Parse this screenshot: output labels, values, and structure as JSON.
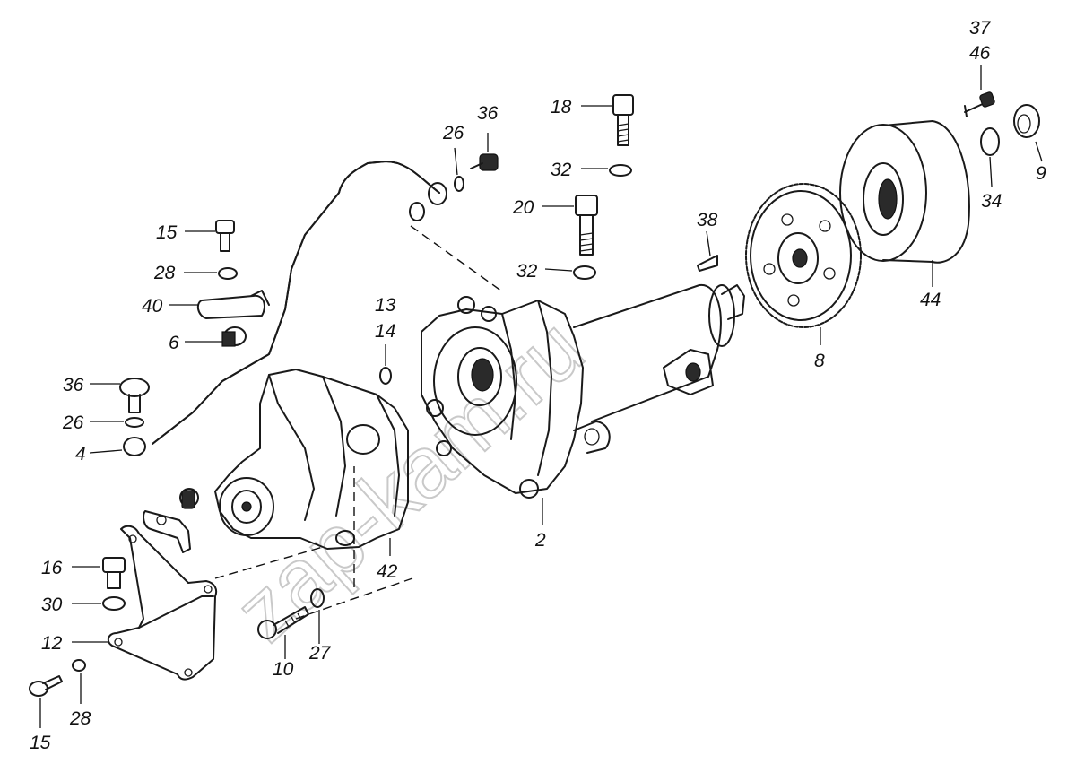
{
  "watermark": "zap-kam.ru",
  "callouts": [
    {
      "id": "c-37",
      "text": "37"
    },
    {
      "id": "c-46",
      "text": "46"
    },
    {
      "id": "c-9",
      "text": "9"
    },
    {
      "id": "c-34",
      "text": "34"
    },
    {
      "id": "c-44",
      "text": "44"
    },
    {
      "id": "c-8",
      "text": "8"
    },
    {
      "id": "c-38",
      "text": "38"
    },
    {
      "id": "c-18",
      "text": "18"
    },
    {
      "id": "c-32a",
      "text": "32"
    },
    {
      "id": "c-20",
      "text": "20"
    },
    {
      "id": "c-32b",
      "text": "32"
    },
    {
      "id": "c-36a",
      "text": "36"
    },
    {
      "id": "c-26a",
      "text": "26"
    },
    {
      "id": "c-15a",
      "text": "15"
    },
    {
      "id": "c-28a",
      "text": "28"
    },
    {
      "id": "c-40",
      "text": "40"
    },
    {
      "id": "c-6",
      "text": "6"
    },
    {
      "id": "c-13",
      "text": "13"
    },
    {
      "id": "c-14",
      "text": "14"
    },
    {
      "id": "c-36b",
      "text": "36"
    },
    {
      "id": "c-26b",
      "text": "26"
    },
    {
      "id": "c-4",
      "text": "4"
    },
    {
      "id": "c-2",
      "text": "2"
    },
    {
      "id": "c-42",
      "text": "42"
    },
    {
      "id": "c-16",
      "text": "16"
    },
    {
      "id": "c-30",
      "text": "30"
    },
    {
      "id": "c-12",
      "text": "12"
    },
    {
      "id": "c-10",
      "text": "10"
    },
    {
      "id": "c-27",
      "text": "27"
    },
    {
      "id": "c-28b",
      "text": "28"
    },
    {
      "id": "c-15b",
      "text": "15"
    }
  ]
}
